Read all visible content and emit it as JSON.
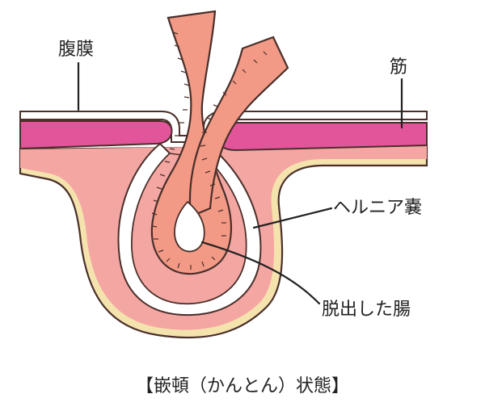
{
  "labels": {
    "peritoneum": "腹膜",
    "muscle": "筋",
    "hernia_sac": "ヘルニア嚢",
    "prolapsed_intestine": "脱出した腸"
  },
  "caption": "【嵌頓（かんとん）状態】",
  "colors": {
    "skin": "#f4a6a3",
    "muscle": "#e2559b",
    "fat": "#f5e3ae",
    "membrane": "#ffffff",
    "intestine": "#f29a86",
    "outline": "#4a2f2a"
  }
}
